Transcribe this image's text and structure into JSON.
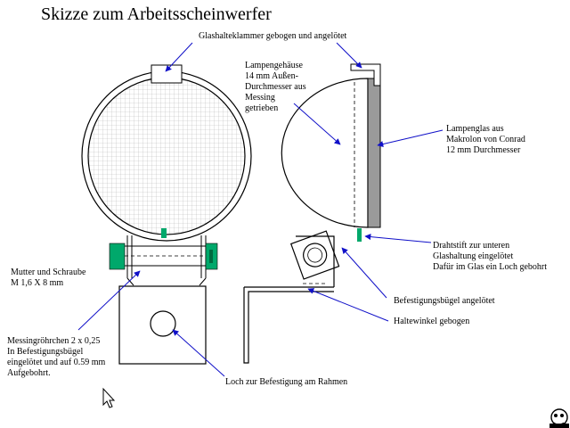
{
  "title": "Skizze zum Arbeitsscheinwerfer",
  "labels": {
    "glass_clip": [
      "Glashalteklammer gebogen und angelötet"
    ],
    "lamp_housing": [
      "Lampengehäuse",
      "14 mm Außen-",
      "Durchmesser aus",
      "Messing",
      "getrieben"
    ],
    "lamp_glass": [
      "Lampenglas aus",
      "Makrolon von Conrad",
      "12 mm Durchmesser"
    ],
    "nut_screw": [
      "Mutter und Schraube",
      "M 1,6 X 8 mm"
    ],
    "wire_pin": [
      "Drahtstift zur unteren",
      "Glashaltung eingelötet",
      "Dafür im Glas ein Loch gebohrt"
    ],
    "bracket": [
      "Befestigungsbügel angelötet"
    ],
    "angle": [
      "Haltewinkel gebogen"
    ],
    "brass_tube": [
      "Messingröhrchen 2 x 0,25",
      "In Befestigungsbügel",
      "eingelötet und auf 0.59 mm",
      "Aufgebohrt."
    ],
    "mount_hole": [
      "Loch zur Befestigung am Rahmen"
    ]
  },
  "colors": {
    "line": "#000000",
    "arrow": "#1010c8",
    "grid": "#b8b8b8",
    "fitting": "#00a86b",
    "glass": "#9a9a9a"
  },
  "icons": {
    "cursor": "mouse-pointer-icon",
    "logo": "cartoon-mascot-icon"
  }
}
